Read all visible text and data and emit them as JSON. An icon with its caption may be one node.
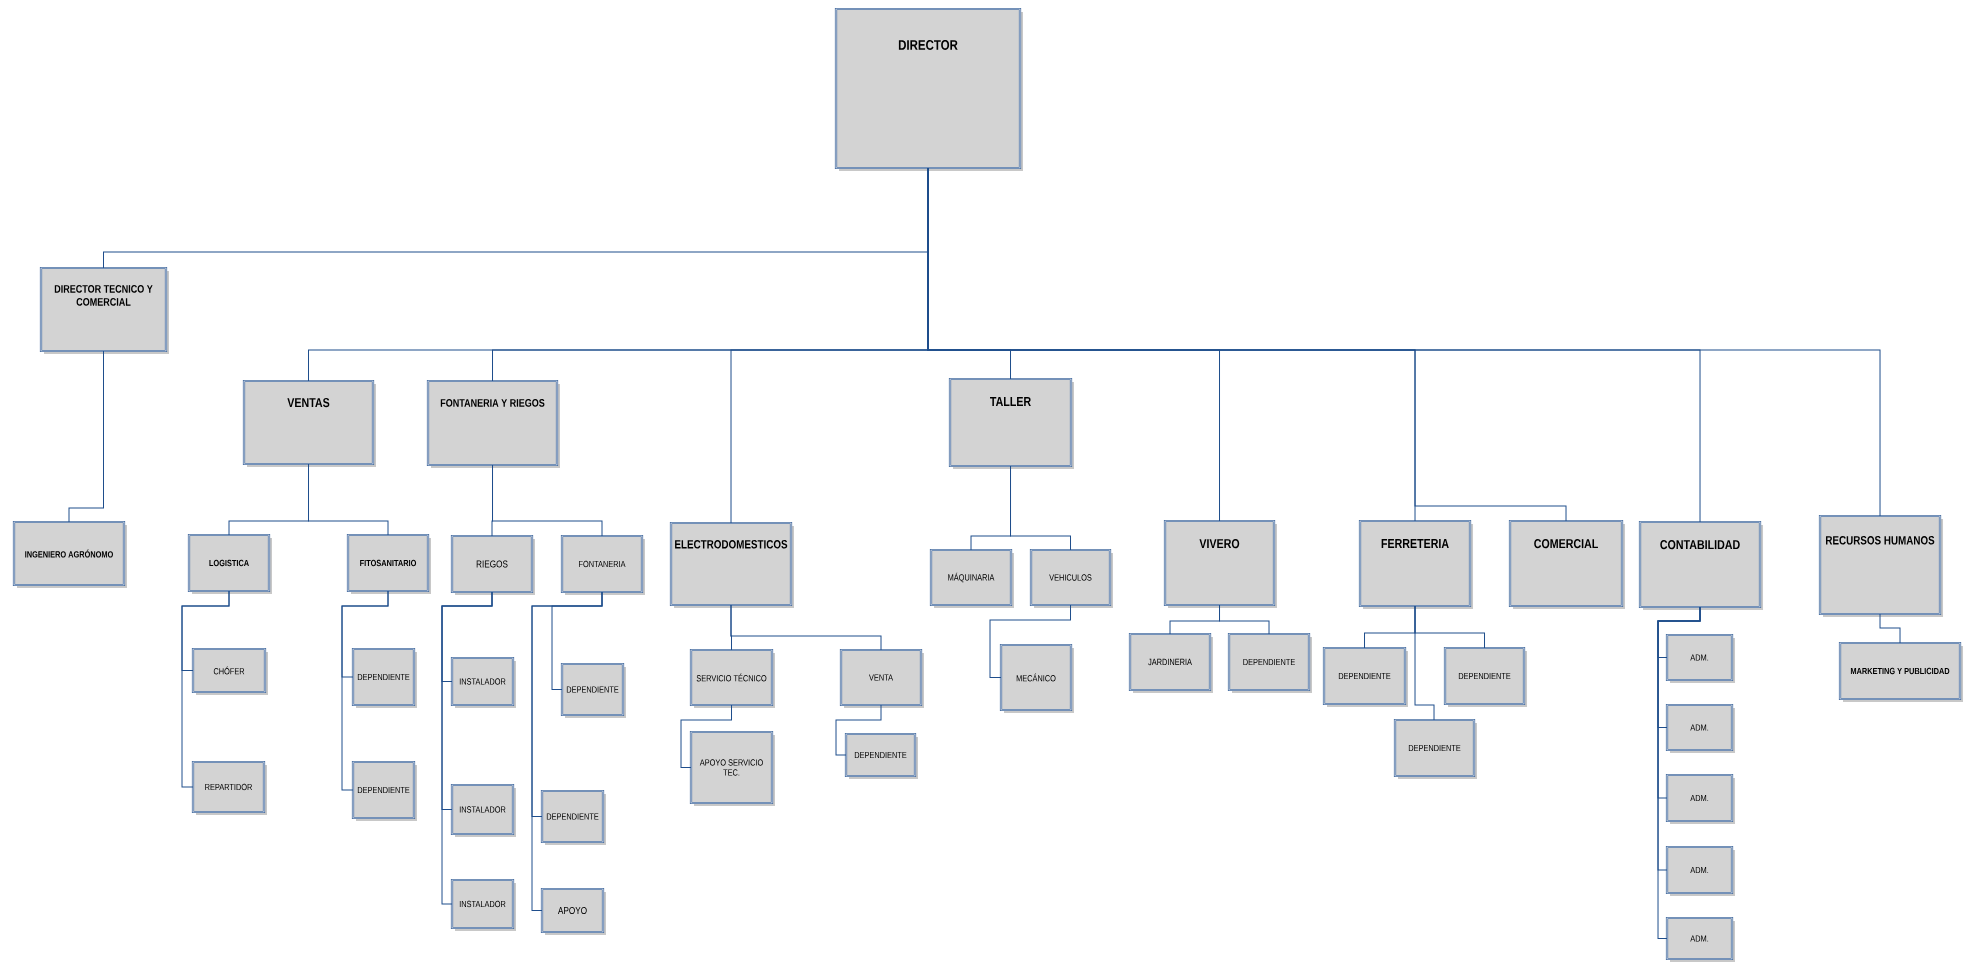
{
  "diagram": {
    "nodes": [
      {
        "text": [
          "DIRECTOR"
        ]
      },
      {
        "text": [
          "DIRECTOR TECNICO Y COMERCIAL"
        ]
      },
      {
        "text": [
          "INGENIERO AGRÓNOMO"
        ]
      },
      {
        "text": [
          "VENTAS"
        ]
      },
      {
        "text": [
          "FONTANERIA Y RIEGOS"
        ]
      },
      {
        "text": [
          "TALLER"
        ]
      },
      {
        "text": [
          "ELECTRODOMESTICOS"
        ]
      },
      {
        "text": [
          "VIVERO"
        ]
      },
      {
        "text": [
          "FERRETERIA"
        ]
      },
      {
        "text": [
          "COMERCIAL"
        ]
      },
      {
        "text": [
          "CONTABILIDAD"
        ]
      },
      {
        "text": [
          "RECURSOS HUMANOS"
        ]
      },
      {
        "text": [
          "LOGISTICA"
        ]
      },
      {
        "text": [
          "FITOSANITARIO"
        ]
      },
      {
        "text": [
          "RIEGOS"
        ]
      },
      {
        "text": [
          "FONTANERIA"
        ]
      },
      {
        "text": [
          "MÁQUINARIA"
        ]
      },
      {
        "text": [
          "VEHICULOS"
        ]
      },
      {
        "text": [
          "SERVICIO TÉCNICO"
        ]
      },
      {
        "text": [
          "VENTA"
        ]
      },
      {
        "text": [
          "JARDINERIA"
        ]
      },
      {
        "text": [
          "DEPENDIENTE"
        ]
      },
      {
        "text": [
          "DEPENDIENTE"
        ]
      },
      {
        "text": [
          "DEPENDIENTE"
        ]
      },
      {
        "text": [
          "MARKETING Y PUBLICIDAD"
        ]
      },
      {
        "text": [
          "CHÓFER"
        ]
      },
      {
        "text": [
          "DEPENDIENTE"
        ]
      },
      {
        "text": [
          "INSTALADOR"
        ]
      },
      {
        "text": [
          "DEPENDIENTE"
        ]
      },
      {
        "text": [
          "MECÁNICO"
        ]
      },
      {
        "text": [
          "ADM."
        ]
      },
      {
        "text": [
          "DEPENDIENTE"
        ]
      },
      {
        "text": [
          "APOYO SERVICIO TEC."
        ]
      },
      {
        "text": [
          "DEPENDIENTE"
        ]
      },
      {
        "text": [
          "REPARTIDOR"
        ]
      },
      {
        "text": [
          "DEPENDIENTE"
        ]
      },
      {
        "text": [
          "INSTALADOR"
        ]
      },
      {
        "text": [
          "DEPENDIENTE"
        ]
      },
      {
        "text": [
          "ADM."
        ]
      },
      {
        "text": [
          "ADM."
        ]
      },
      {
        "text": [
          "INSTALADOR"
        ]
      },
      {
        "text": [
          "APOYO"
        ]
      },
      {
        "text": [
          "ADM."
        ]
      },
      {
        "text": [
          "ADM."
        ]
      }
    ],
    "edges": [
      {
        "from": 0,
        "to": 1,
        "arrow": "none"
      },
      {
        "from": 1,
        "to": 2,
        "arrow": "none"
      },
      {
        "from": 0,
        "to": 3,
        "arrow": "none"
      },
      {
        "from": 0,
        "to": 4,
        "arrow": "none"
      },
      {
        "from": 0,
        "to": 5,
        "arrow": "none"
      },
      {
        "from": 0,
        "to": 6,
        "arrow": "none"
      },
      {
        "from": 0,
        "to": 7,
        "arrow": "none"
      },
      {
        "from": 0,
        "to": 8,
        "arrow": "none"
      },
      {
        "from": 0,
        "to": 9,
        "arrow": "none"
      },
      {
        "from": 0,
        "to": 10,
        "arrow": "none"
      },
      {
        "from": 0,
        "to": 11,
        "arrow": "none"
      },
      {
        "from": 3,
        "to": 12,
        "arrow": "none"
      },
      {
        "from": 3,
        "to": 13,
        "arrow": "none"
      },
      {
        "from": 4,
        "to": 14,
        "arrow": "none"
      },
      {
        "from": 4,
        "to": 15,
        "arrow": "none"
      },
      {
        "from": 5,
        "to": 16,
        "arrow": "none"
      },
      {
        "from": 5,
        "to": 17,
        "arrow": "none"
      },
      {
        "from": 6,
        "to": 18,
        "arrow": "none"
      },
      {
        "from": 6,
        "to": 19,
        "arrow": "none"
      },
      {
        "from": 7,
        "to": 20,
        "arrow": "none"
      },
      {
        "from": 7,
        "to": 21,
        "arrow": "none"
      },
      {
        "from": 8,
        "to": 22,
        "arrow": "none"
      },
      {
        "from": 8,
        "to": 23,
        "arrow": "none"
      },
      {
        "from": 11,
        "to": 24,
        "arrow": "none"
      },
      {
        "from": 12,
        "to": 25,
        "arrow": "none"
      },
      {
        "from": 13,
        "to": 26,
        "arrow": "none"
      },
      {
        "from": 14,
        "to": 27,
        "arrow": "none"
      },
      {
        "from": 15,
        "to": 28,
        "arrow": "none"
      },
      {
        "from": 17,
        "to": 29,
        "arrow": "none"
      },
      {
        "from": 10,
        "to": 30,
        "arrow": "none"
      },
      {
        "from": 8,
        "to": 31,
        "arrow": "none"
      },
      {
        "from": 18,
        "to": 32,
        "arrow": "none"
      },
      {
        "from": 19,
        "to": 33,
        "arrow": "none"
      },
      {
        "from": 12,
        "to": 34,
        "arrow": "none"
      },
      {
        "from": 13,
        "to": 35,
        "arrow": "none"
      },
      {
        "from": 14,
        "to": 36,
        "arrow": "none"
      },
      {
        "from": 15,
        "to": 37,
        "arrow": "none"
      },
      {
        "from": 10,
        "to": 38,
        "arrow": "none"
      },
      {
        "from": 10,
        "to": 39,
        "arrow": "none"
      },
      {
        "from": 14,
        "to": 40,
        "arrow": "none"
      },
      {
        "from": 15,
        "to": 41,
        "arrow": "none"
      },
      {
        "from": 10,
        "to": 42,
        "arrow": "none"
      },
      {
        "from": 10,
        "to": 43,
        "arrow": "none"
      }
    ]
  }
}
